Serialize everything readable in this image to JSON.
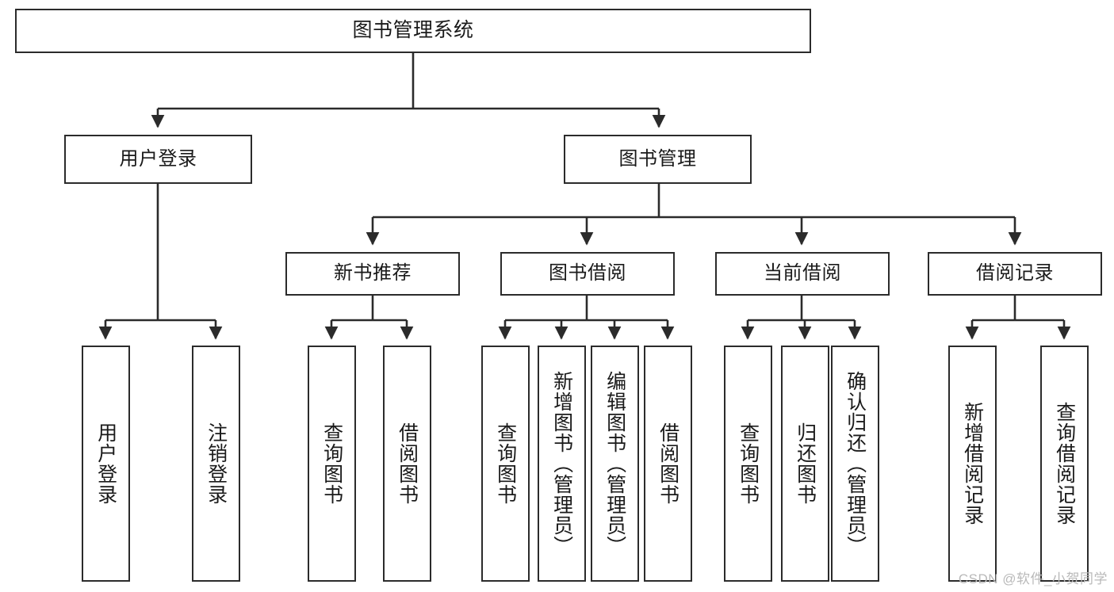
{
  "diagram": {
    "title": "图书管理系统",
    "type": "tree-hierarchy-diagram",
    "colors": {
      "box_border": "#2b2b2b",
      "box_fill": "#ffffff",
      "connector": "#2b2b2b",
      "text": "#1a1a1a",
      "watermark": "#b9b9b9",
      "background": "#ffffff"
    }
  },
  "root": {
    "label": "图书管理系统"
  },
  "level2": [
    {
      "label": "用户登录"
    },
    {
      "label": "图书管理"
    }
  ],
  "level3": [
    {
      "label": "新书推荐"
    },
    {
      "label": "图书借阅"
    },
    {
      "label": "当前借阅"
    },
    {
      "label": "借阅记录"
    }
  ],
  "leaves": {
    "user_login": [
      {
        "label": "用户登录"
      },
      {
        "label": "注销登录"
      }
    ],
    "new_book_recommend": [
      {
        "label": "查询图书"
      },
      {
        "label": "借阅图书"
      }
    ],
    "book_borrow": [
      {
        "label": "查询图书"
      },
      {
        "label": "新增图书（管理员）"
      },
      {
        "label": "编辑图书（管理员）"
      },
      {
        "label": "借阅图书"
      }
    ],
    "current_borrow": [
      {
        "label": "查询图书"
      },
      {
        "label": "归还图书"
      },
      {
        "label": "确认归还（管理员）"
      }
    ],
    "borrow_record": [
      {
        "label": "新增借阅记录"
      },
      {
        "label": "查询借阅记录"
      }
    ]
  },
  "watermark": {
    "text": "CSDN @软件_小贺同学"
  }
}
